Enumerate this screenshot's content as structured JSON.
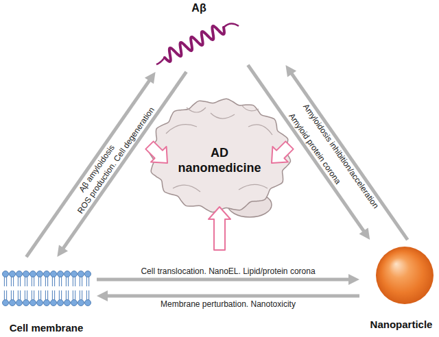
{
  "diagram": {
    "nodes": [
      {
        "text": [
          "Aβ"
        ]
      },
      {
        "text": [
          "AD nanomedicine"
        ]
      },
      {
        "text": [
          "Cell membrane"
        ]
      },
      {
        "text": [
          "Nanoparticle"
        ]
      }
    ],
    "edges": [
      {
        "from": 2,
        "to": 0,
        "label": "Aβ amyloidosis",
        "arrow": "to"
      },
      {
        "from": 0,
        "to": 2,
        "label": "ROS production. Cell degeneration",
        "arrow": "to"
      },
      {
        "from": 3,
        "to": 0,
        "label": "Amyloidosis inhibition/acceleration",
        "arrow": "to"
      },
      {
        "from": 0,
        "to": 3,
        "label": "Amyloid protein corona",
        "arrow": "to"
      },
      {
        "from": 2,
        "to": 3,
        "label": "Cell translocation. NanoEL. Lipid/protein corona",
        "arrow": "to"
      },
      {
        "from": 3,
        "to": 2,
        "label": "Membrane perturbation. Nanotoxicity",
        "arrow": "to"
      }
    ]
  }
}
